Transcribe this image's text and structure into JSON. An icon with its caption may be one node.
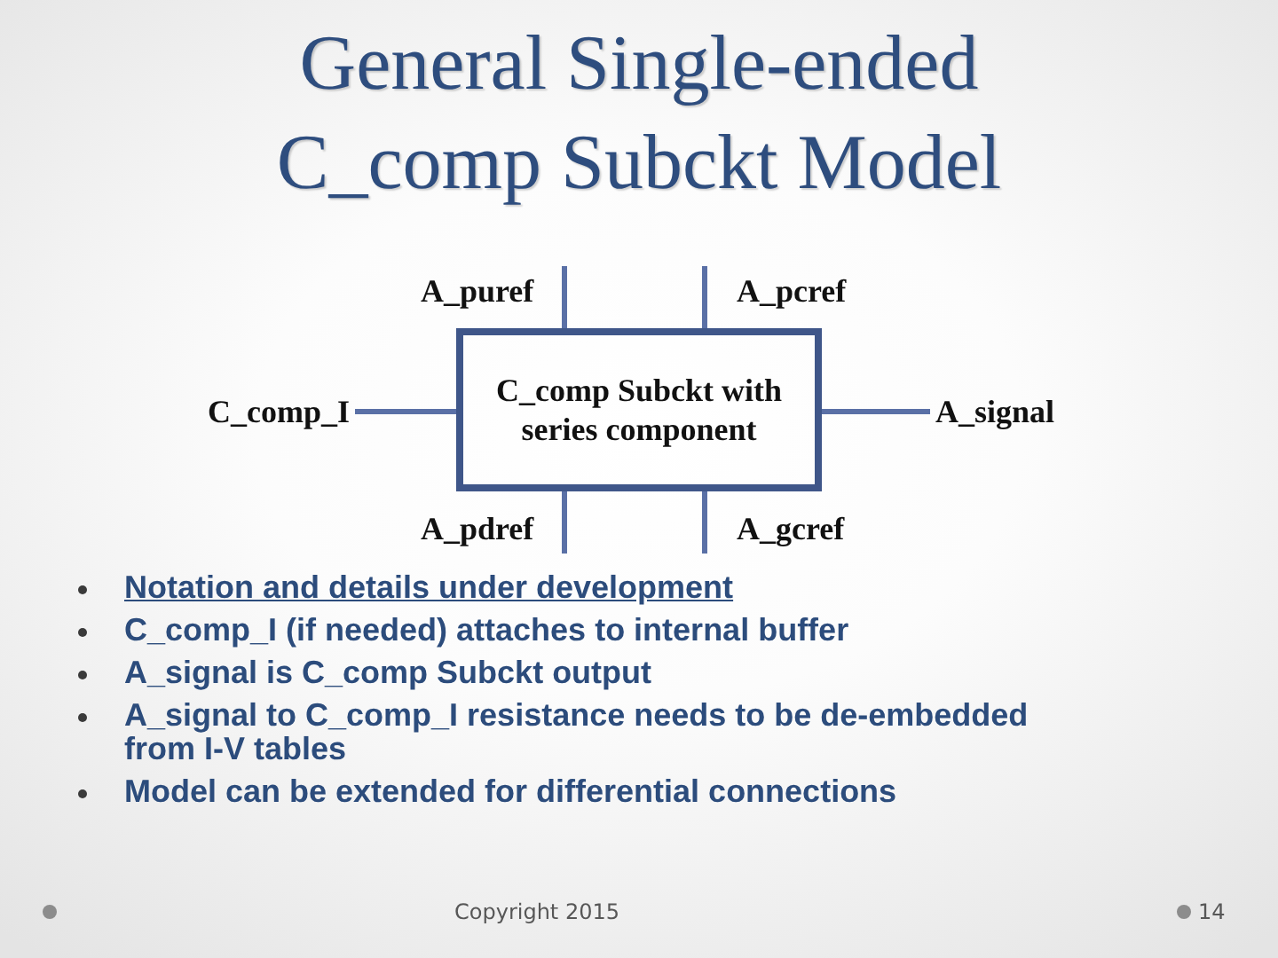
{
  "diagram": {
    "title": "General Single-ended C_comp Subckt Model",
    "nodes": [
      {
        "text": [
          "C_comp_I"
        ]
      },
      {
        "text": [
          "C_comp Subckt with series component"
        ]
      },
      {
        "text": [
          "A_signal"
        ]
      }
    ],
    "edges": [
      {
        "from": 0,
        "to": 1,
        "arrow": "none"
      },
      {
        "from": 1,
        "to": 2,
        "arrow": "none"
      },
      {
        "from": 1,
        "to": null,
        "arrow": "none"
      },
      {
        "from": 1,
        "to": null,
        "arrow": "none"
      },
      {
        "from": 1,
        "to": null,
        "arrow": "none"
      },
      {
        "from": 1,
        "to": null,
        "arrow": "none"
      }
    ],
    "labels": [
      "A_puref",
      "A_pcref",
      "A_pdref",
      "A_gcref",
      "Notation and details under development",
      "C_comp_I (if needed) attaches to internal buffer",
      "A_signal is C_comp Subckt output",
      "A_signal to C_comp_I resistance needs to be de-embedded from I-V tables",
      "Model can be extended for differential connections",
      "Copyright 2015",
      "14"
    ]
  }
}
